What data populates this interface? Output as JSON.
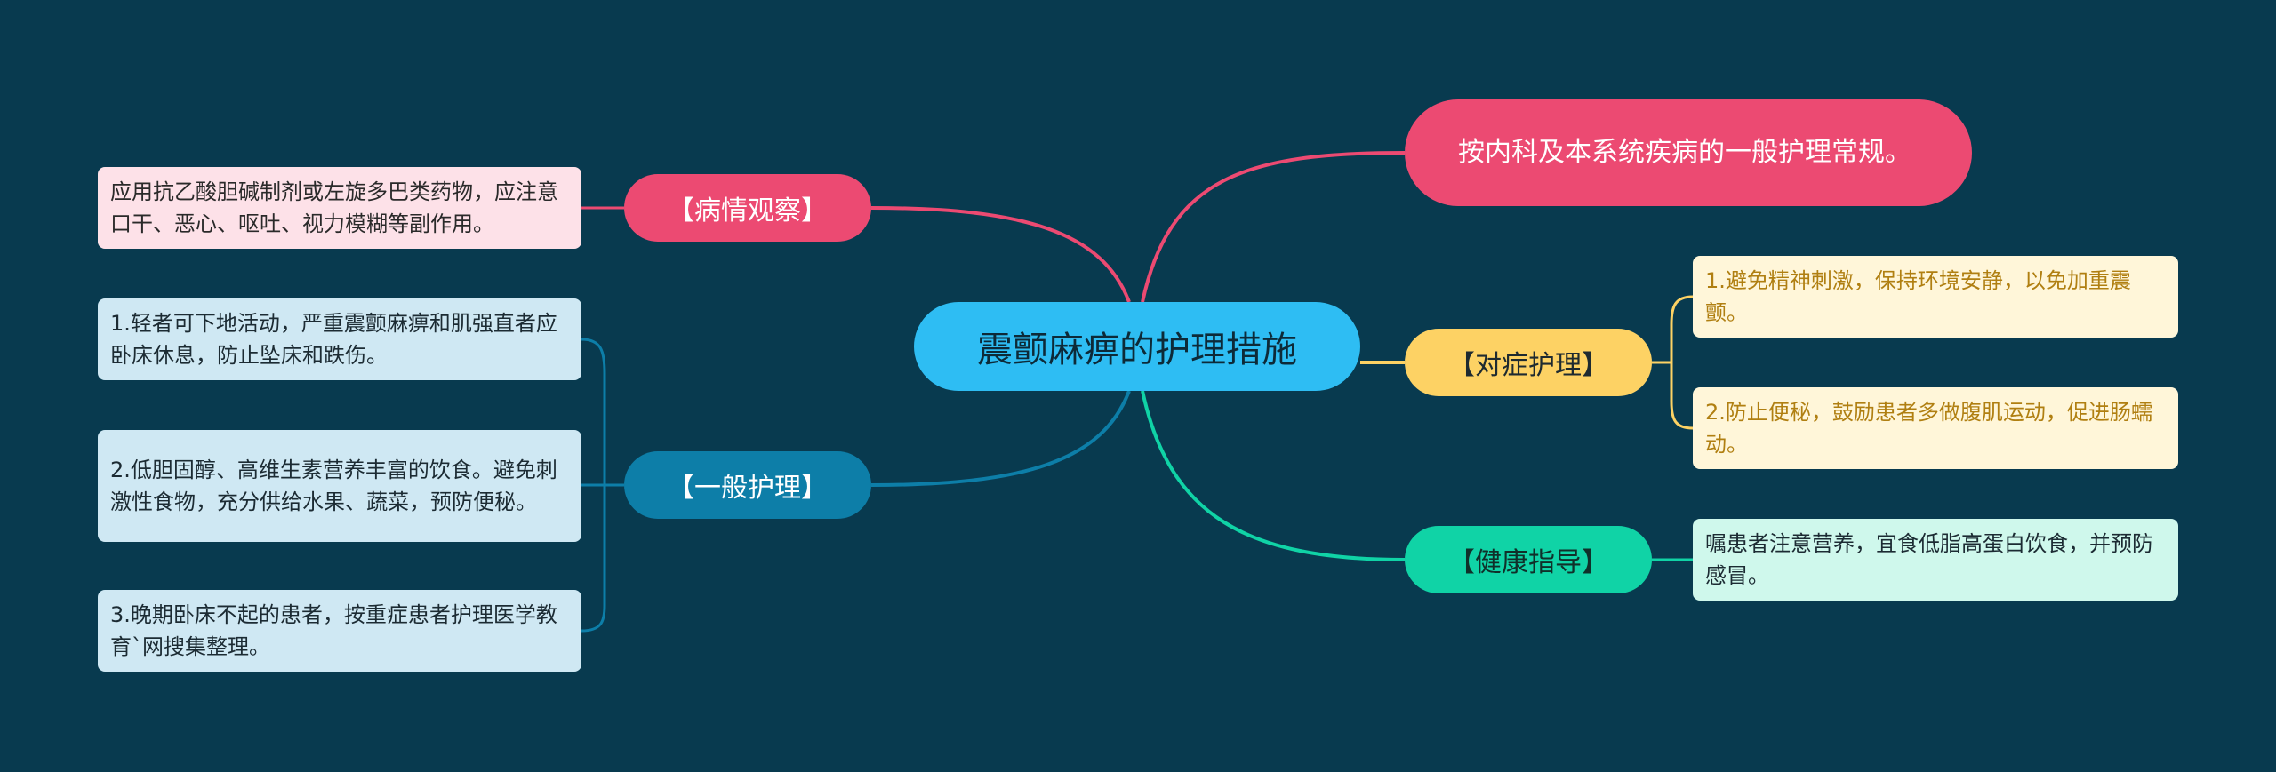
{
  "root": {
    "label": "震颤麻痹的护理措施"
  },
  "branches": {
    "routine": {
      "label": "按内科及本系统疾病的一般护理常规。"
    },
    "observe": {
      "label": "【病情观察】",
      "leaf": "应用抗乙酸胆碱制剂或左旋多巴类药物，应注意口干、恶心、呕吐、视力模糊等副作用。"
    },
    "general": {
      "label": "【一般护理】",
      "leaves": [
        "1.轻者可下地活动，严重震颤麻痹和肌强直者应卧床休息，防止坠床和跌伤。",
        "2.低胆固醇、高维生素营养丰富的饮食。避免刺激性食物，充分供给水果、蔬菜，预防便秘。",
        "3.晚期卧床不起的患者，按重症患者护理医学教育`网搜集整理。"
      ]
    },
    "symptom": {
      "label": "【对症护理】",
      "leaves": [
        "1.避免精神刺激，保持环境安静，以免加重震颤。",
        "2.防止便秘，鼓励患者多做腹肌运动，促进肠蠕动。"
      ]
    },
    "health": {
      "label": "【健康指导】",
      "leaf": "嘱患者注意营养，宜食低脂高蛋白饮食，并预防感冒。"
    }
  },
  "colors": {
    "background": "#083a4f",
    "root": "#2ebdf3",
    "pink": "#ec4a72",
    "blue": "#0d7ea8",
    "yellow": "#fdd264",
    "green": "#10d3a6"
  }
}
